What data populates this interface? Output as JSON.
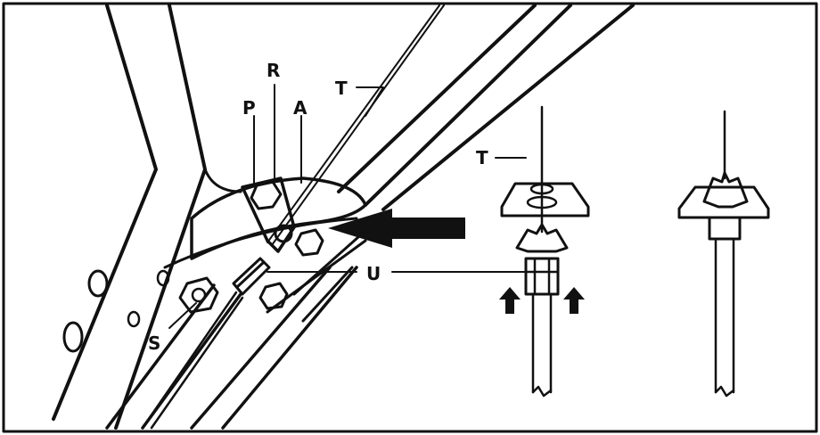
{
  "labels": {
    "P": "P",
    "R": "R",
    "A": "A",
    "T_top": "T",
    "T_detail": "T",
    "U": "U",
    "S": "S"
  },
  "colors": {
    "ink": "#111111",
    "paper": "#ffffff"
  },
  "icons": [
    "direction-arrow-icon",
    "push-up-arrow-icon"
  ]
}
